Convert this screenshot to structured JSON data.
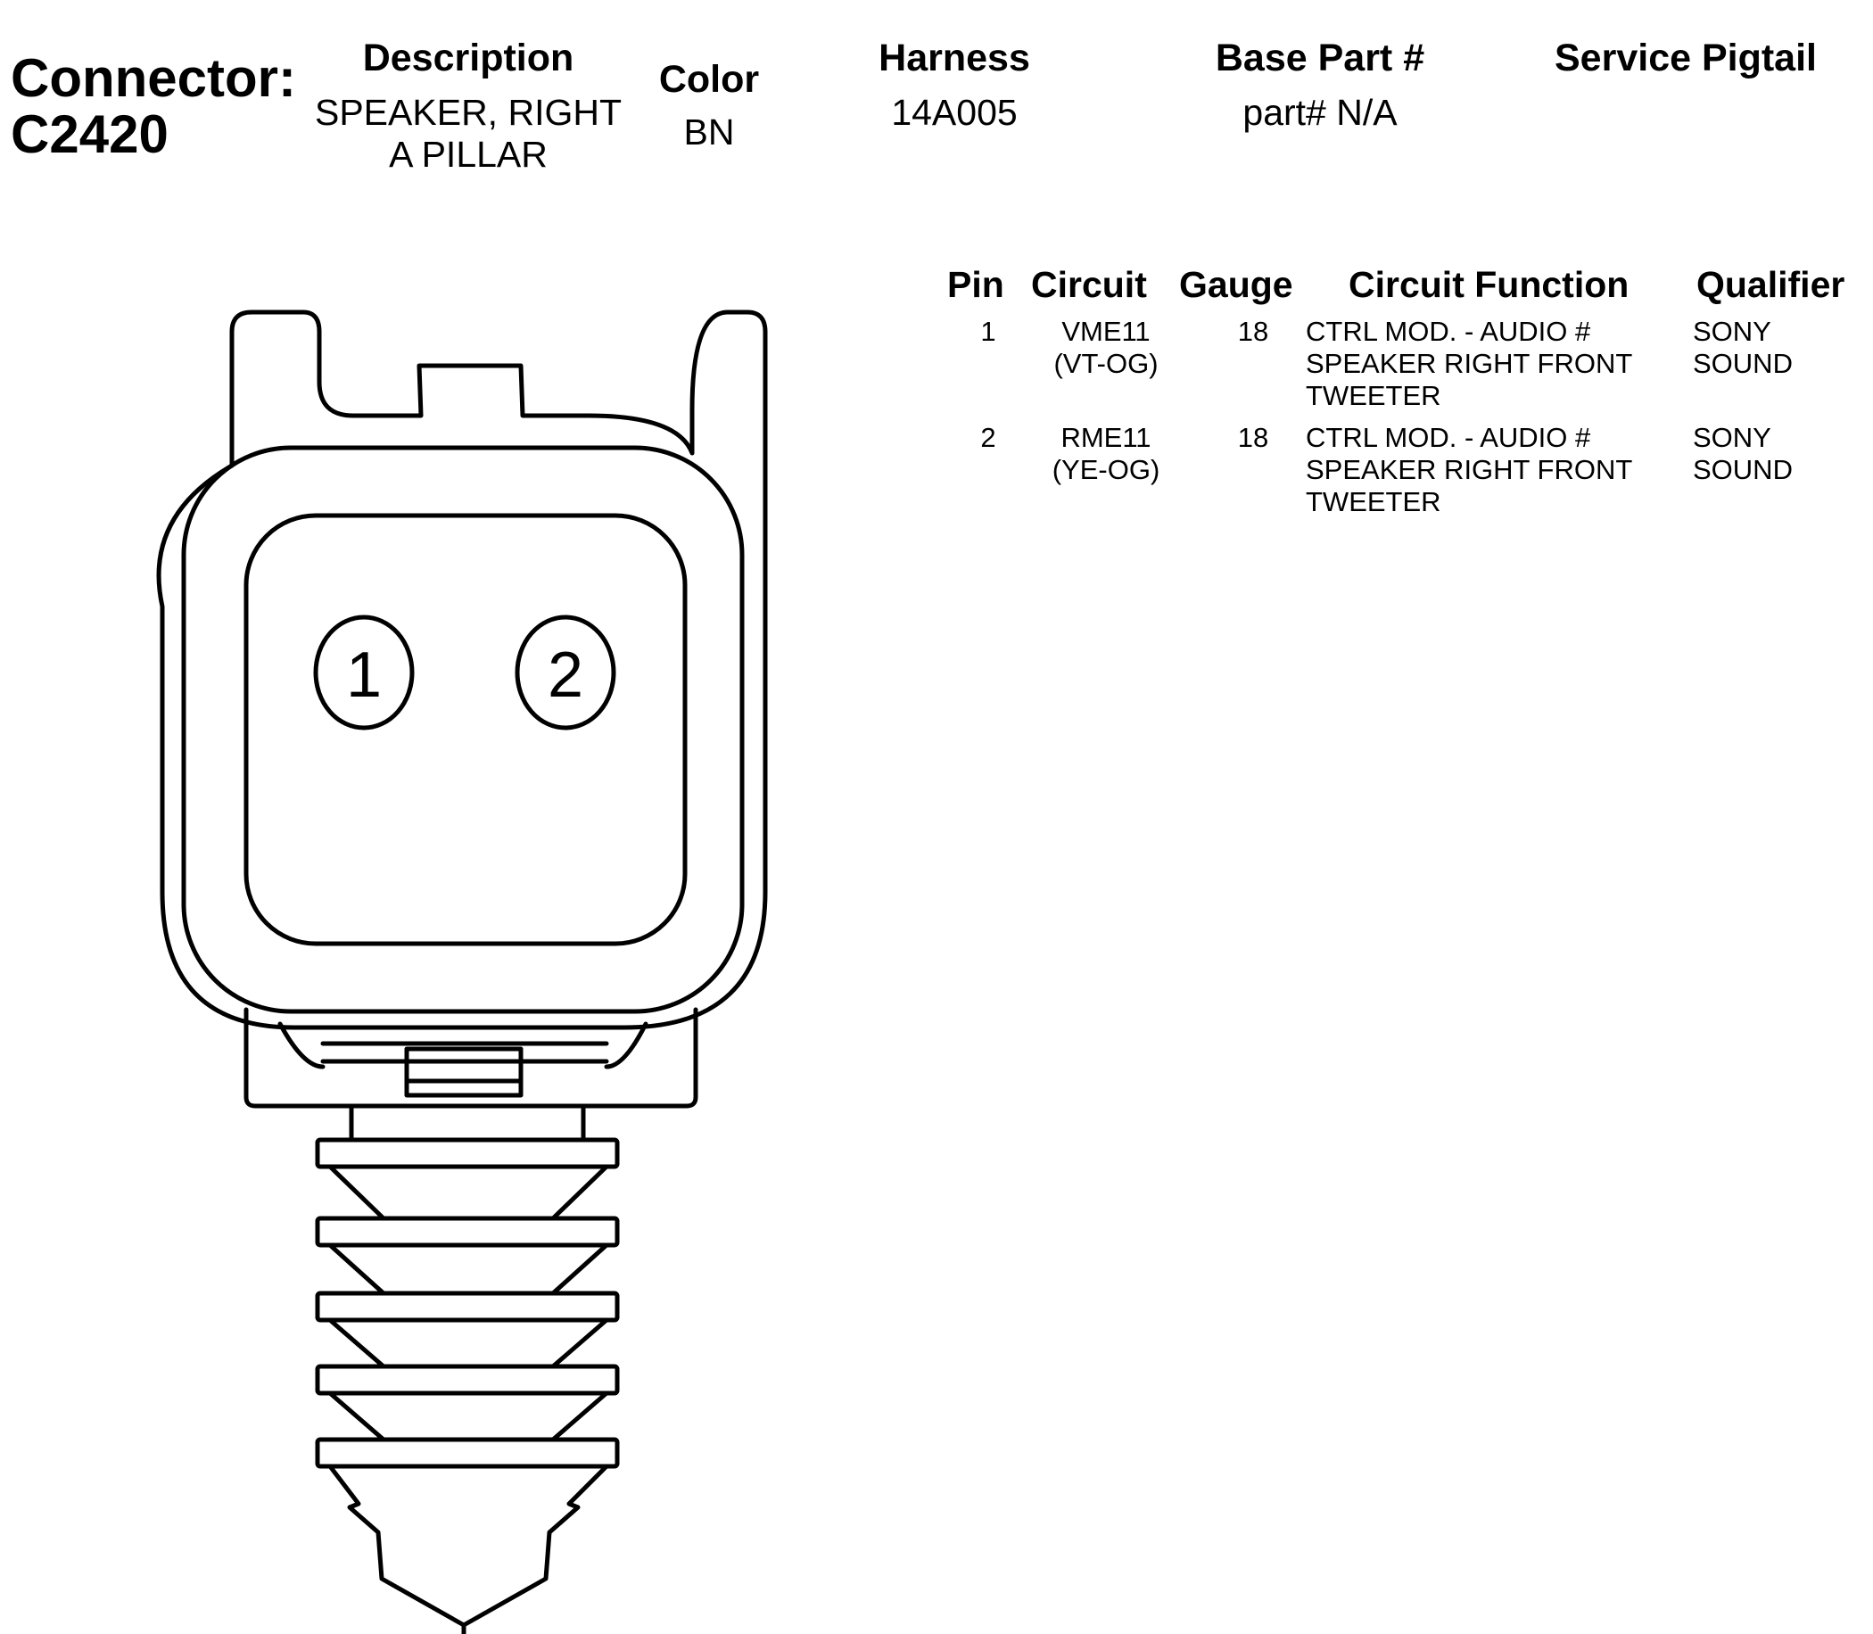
{
  "connector": {
    "label": "Connector:",
    "id": "C2420"
  },
  "header": {
    "description_label": "Description",
    "description_line1": "SPEAKER, RIGHT",
    "description_line2": "A PILLAR",
    "color_label": "Color",
    "color_value": "BN",
    "harness_label": "Harness",
    "harness_value": "14A005",
    "base_part_label": "Base Part #",
    "base_part_value": "part# N/A",
    "service_pigtail_label": "Service Pigtail",
    "service_pigtail_value": ""
  },
  "table": {
    "columns": {
      "pin": "Pin",
      "circuit": "Circuit",
      "gauge": "Gauge",
      "circuit_function": "Circuit Function",
      "qualifier": "Qualifier"
    },
    "rows": [
      {
        "pin": "1",
        "circuit_line1": "VME11",
        "circuit_line2": "(VT-OG)",
        "gauge": "18",
        "function_line1": "CTRL MOD. - AUDIO #",
        "function_line2": "SPEAKER RIGHT FRONT",
        "function_line3": "TWEETER",
        "qualifier_line1": "SONY",
        "qualifier_line2": "SOUND"
      },
      {
        "pin": "2",
        "circuit_line1": "RME11",
        "circuit_line2": "(YE-OG)",
        "gauge": "18",
        "function_line1": "CTRL MOD. - AUDIO #",
        "function_line2": "SPEAKER RIGHT FRONT",
        "function_line3": "TWEETER",
        "qualifier_line1": "SONY",
        "qualifier_line2": "SOUND"
      }
    ]
  },
  "diagram": {
    "pin_labels": [
      "1",
      "2"
    ]
  }
}
